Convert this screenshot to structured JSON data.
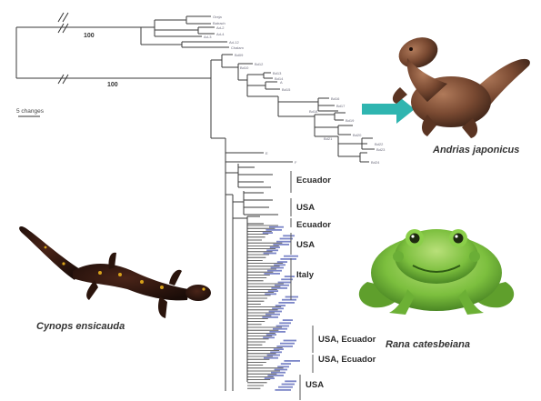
{
  "tree": {
    "bootstrap_labels": [
      "100",
      "100"
    ],
    "scale_label": "5 changes",
    "top_tips": [
      "Oreja",
      "Batrach",
      "Ad-2",
      "Ad-4",
      "Ad-3",
      "Ad-12",
      "Chalam"
    ],
    "upper_tips": [
      "Bd09",
      "Bd10",
      "Bd12",
      "Bd13",
      "Bd14",
      "A",
      "Bd15",
      "Bd16",
      "Bd17",
      "Bd18",
      "Bd19",
      "Bd20",
      "Bd21",
      "Bd22",
      "Bd23",
      "Bd24"
    ],
    "misc_tips": [
      "E",
      "F"
    ]
  },
  "groups": [
    "Ecuador",
    "USA",
    "Ecuador",
    "USA",
    "Italy",
    "USA, Ecuador",
    "USA, Ecuador",
    "USA"
  ],
  "species": {
    "andrias": "Andrias japonicus",
    "cynops": "Cynops ensicauda",
    "rana": "Rana catesbeiana"
  },
  "colors": {
    "arrow": "#2fb5b0",
    "tree": "#3a3a3a"
  }
}
